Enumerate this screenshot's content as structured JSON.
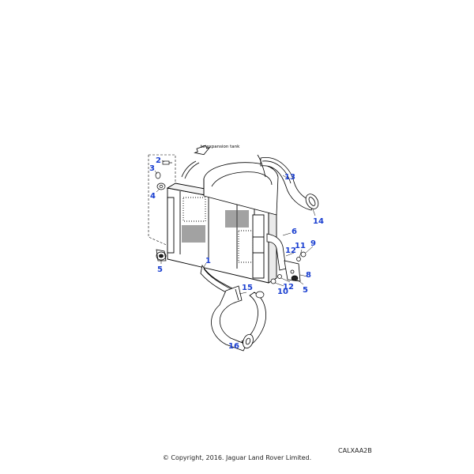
{
  "diagram": {
    "note_text": "to expansion tank",
    "drawing_code": "CALXAA2B",
    "copyright": "© Copyright, 2016. Jaguar Land Rover Limited.",
    "callouts": [
      "1",
      "2",
      "3",
      "4",
      "5",
      "5",
      "6",
      "8",
      "9",
      "10",
      "11",
      "12",
      "12",
      "13",
      "14",
      "15",
      "16"
    ],
    "callout_color": "#1a3fd0"
  }
}
